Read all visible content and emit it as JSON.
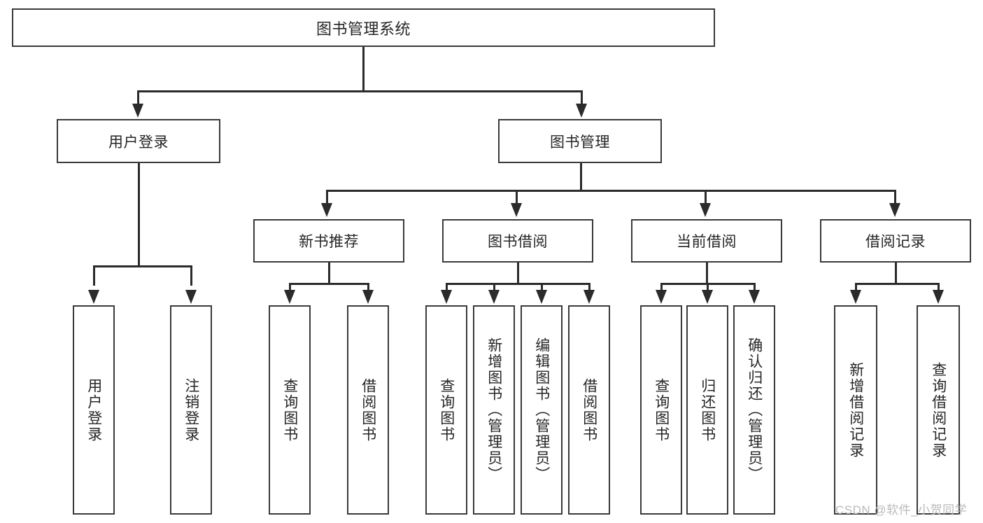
{
  "diagram": {
    "type": "hierarchy-tree",
    "title": "图书管理系统",
    "levels": 4,
    "root": {
      "label": "图书管理系统"
    },
    "level2": [
      {
        "label": "用户登录"
      },
      {
        "label": "图书管理"
      }
    ],
    "level3": [
      {
        "label": "新书推荐",
        "parent": "图书管理"
      },
      {
        "label": "图书借阅",
        "parent": "图书管理"
      },
      {
        "label": "当前借阅",
        "parent": "图书管理"
      },
      {
        "label": "借阅记录",
        "parent": "图书管理"
      }
    ],
    "leaves": [
      {
        "label": "用户登录",
        "parent": "用户登录"
      },
      {
        "label": "注销登录",
        "parent": "用户登录"
      },
      {
        "label": "查询图书",
        "parent": "新书推荐"
      },
      {
        "label": "借阅图书",
        "parent": "新书推荐"
      },
      {
        "label": "查询图书",
        "parent": "图书借阅"
      },
      {
        "label": "新增图书（管理员）",
        "parent": "图书借阅"
      },
      {
        "label": "编辑图书（管理员）",
        "parent": "图书借阅"
      },
      {
        "label": "借阅图书",
        "parent": "图书借阅"
      },
      {
        "label": "查询图书",
        "parent": "当前借阅"
      },
      {
        "label": "归还图书",
        "parent": "当前借阅"
      },
      {
        "label": "确认归还（管理员）",
        "parent": "当前借阅"
      },
      {
        "label": "新增借阅记录",
        "parent": "借阅记录"
      },
      {
        "label": "查询借阅记录",
        "parent": "借阅记录"
      }
    ],
    "watermark": "CSDN @软件_小贺同学",
    "colors": {
      "box_border": "#3a3a3a",
      "line": "#2b2b2b",
      "text": "#262626",
      "background": "#ffffff",
      "watermark": "#b9b9b9"
    }
  }
}
